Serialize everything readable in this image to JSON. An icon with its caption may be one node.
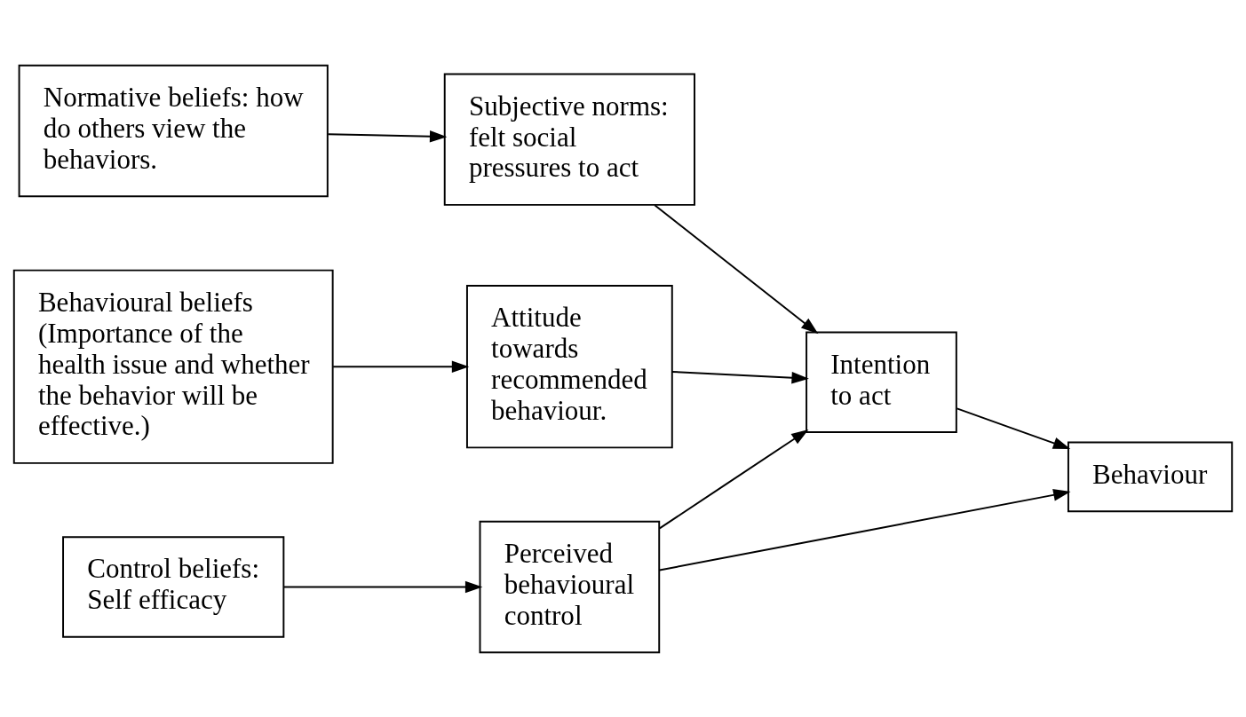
{
  "diagram": {
    "nodes": [
      {
        "text": [
          "Behavioural beliefs (Importance of the health issue and whether the behavior will be effective.)"
        ]
      },
      {
        "text": [
          "Attitude towards recommended behaviour."
        ]
      },
      {
        "text": [
          "Normative beliefs: how do others view the behaviors."
        ]
      },
      {
        "text": [
          "Subjective norms: felt social pressures to act"
        ]
      },
      {
        "text": [
          "Intention to act"
        ]
      },
      {
        "text": [
          "Behaviour"
        ]
      },
      {
        "text": [
          "Control beliefs: Self efficacy"
        ]
      },
      {
        "text": [
          "Perceived behavioural control"
        ]
      }
    ],
    "edges": [
      {
        "from": 0,
        "to": 1,
        "arrow": "to"
      },
      {
        "from": 1,
        "to": 4,
        "arrow": "to"
      },
      {
        "from": 2,
        "to": 3,
        "arrow": "to"
      },
      {
        "from": 3,
        "to": 4,
        "arrow": "to"
      },
      {
        "from": 4,
        "to": 5,
        "arrow": "to"
      },
      {
        "from": 6,
        "to": 7,
        "arrow": "to"
      },
      {
        "from": 7,
        "to": 4,
        "arrow": "to"
      },
      {
        "from": 7,
        "to": 5,
        "arrow": "to"
      }
    ]
  }
}
